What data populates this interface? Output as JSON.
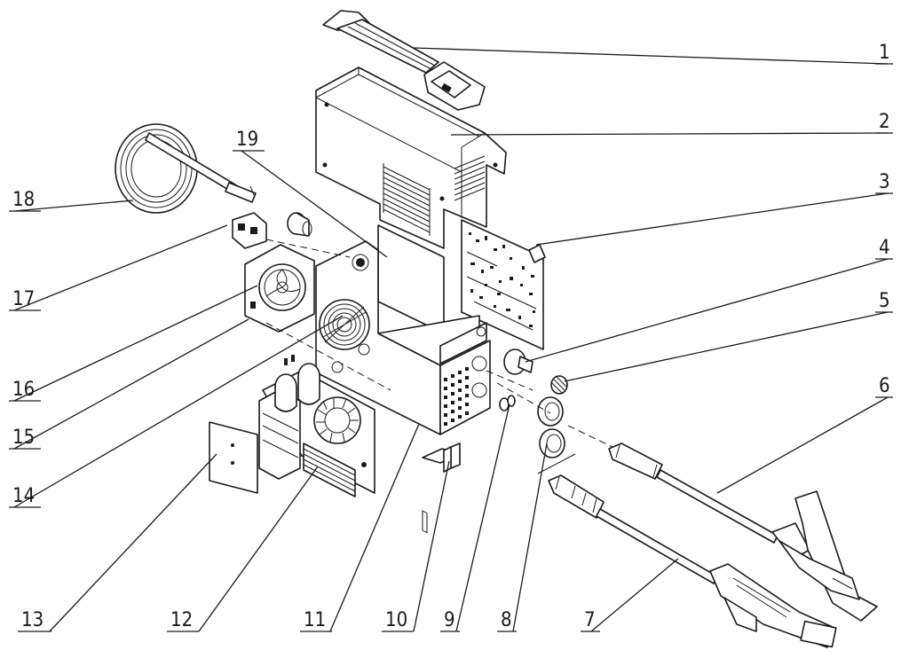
{
  "labels": [
    "1",
    "2",
    "3",
    "4",
    "5",
    "6",
    "7",
    "8",
    "9",
    "10",
    "11",
    "12",
    "13",
    "14",
    "15",
    "16",
    "17",
    "18",
    "19"
  ]
}
